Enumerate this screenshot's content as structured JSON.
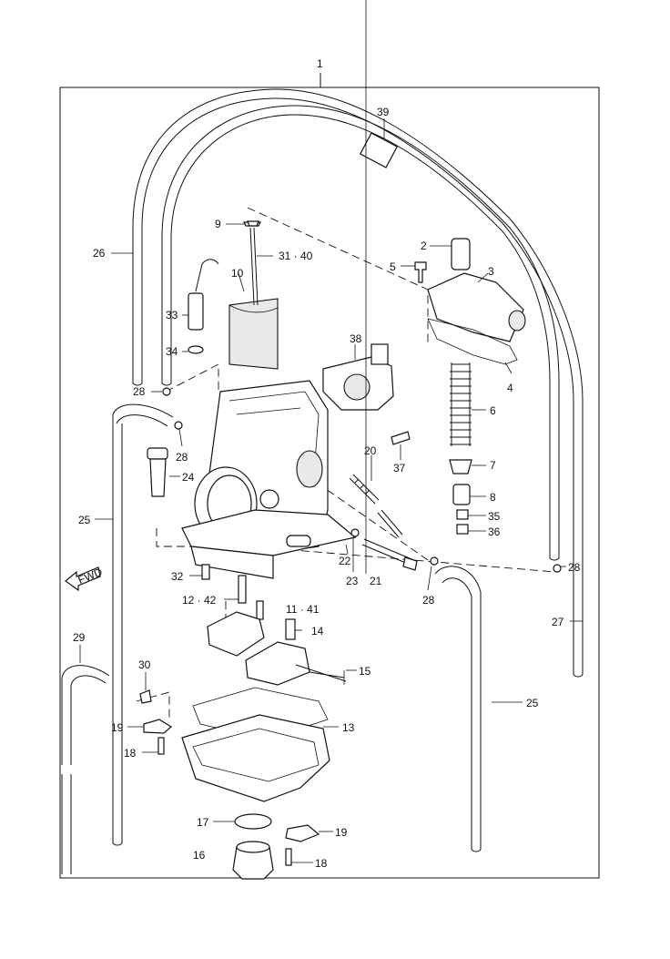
{
  "diagram": {
    "callouts": {
      "c1": "1",
      "c2": "2",
      "c3": "3",
      "c4": "4",
      "c5": "5",
      "c6": "6",
      "c7": "7",
      "c8": "8",
      "c9": "9",
      "c10": "10",
      "c11_41": "11 · 41",
      "c12_42": "12 · 42",
      "c13": "13",
      "c14": "14",
      "c15": "15",
      "c16": "16",
      "c17": "17",
      "c18a": "18",
      "c18b": "18",
      "c19a": "19",
      "c19b": "19",
      "c20": "20",
      "c21": "21",
      "c22": "22",
      "c23": "23",
      "c24": "24",
      "c25a": "25",
      "c25b": "25",
      "c26": "26",
      "c27": "27",
      "c28a": "28",
      "c28b": "28",
      "c28c": "28",
      "c28d": "28",
      "c29": "29",
      "c30": "30",
      "c31_40": "31 · 40",
      "c32": "32",
      "c33": "33",
      "c34": "34",
      "c35": "35",
      "c36": "36",
      "c37": "37",
      "c38": "38",
      "c39": "39"
    },
    "fwd_arrow": "FWD"
  }
}
